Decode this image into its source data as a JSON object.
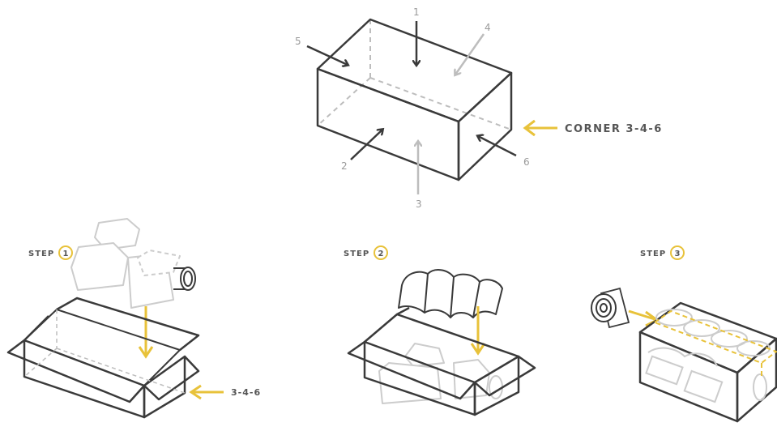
{
  "colors": {
    "line": "#3a3a3a",
    "light": "#bdbdbd",
    "lighter": "#d9d9d9",
    "accent": "#e8c23a",
    "text": "#555555"
  },
  "main_box": {
    "corner_numbers": [
      "1",
      "2",
      "3",
      "4",
      "5",
      "6"
    ],
    "corner_label": "CORNER 3-4-6"
  },
  "steps": [
    {
      "word": "STEP",
      "number": "1"
    },
    {
      "word": "STEP",
      "number": "2"
    },
    {
      "word": "STEP",
      "number": "3"
    }
  ],
  "step1_label": "3-4-6"
}
